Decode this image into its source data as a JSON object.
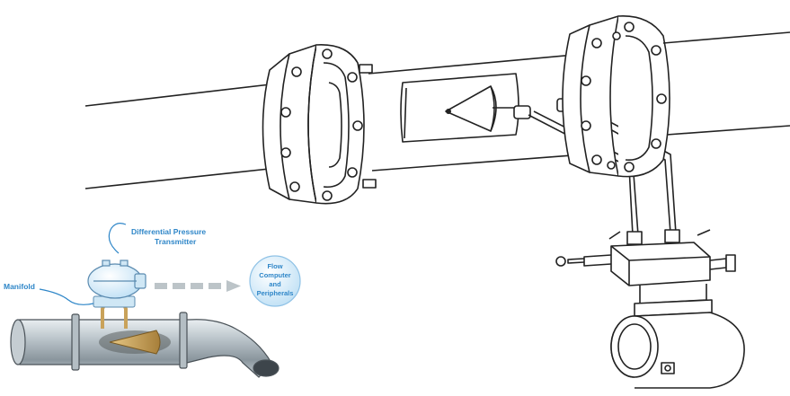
{
  "labels": {
    "dp_transmitter_line1": "Differential Pressure",
    "dp_transmitter_line2": "Transmitter",
    "manifold": "Manifold",
    "flow_computer_line1": "Flow",
    "flow_computer_line2": "Computer",
    "flow_computer_line3": "and",
    "flow_computer_line4": "Peripherals"
  },
  "colors": {
    "line_art": "#222222",
    "label_blue": "#2e86c8",
    "bubble_fill": "#d6ecfa",
    "pipe_gray": "#9aa6ad",
    "cone_gold": "#c9a25a"
  }
}
